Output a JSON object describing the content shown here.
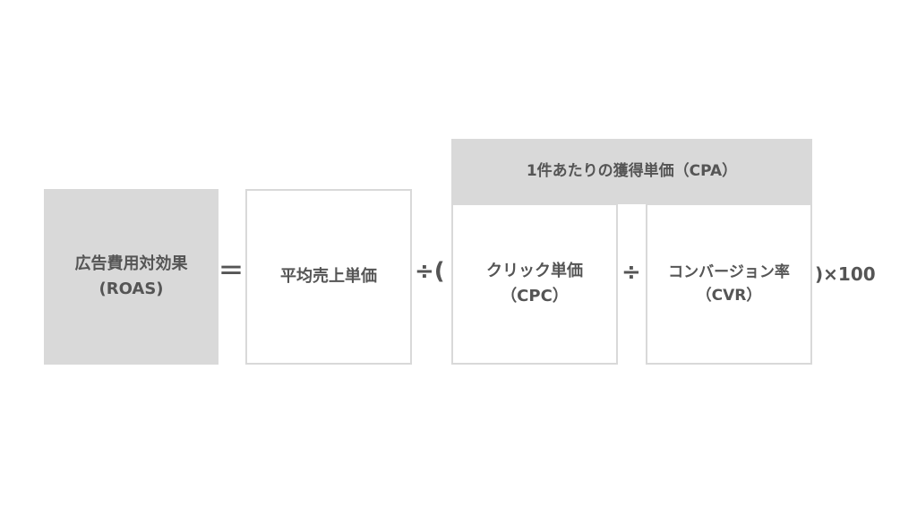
{
  "colors": {
    "box_fill": "#d9d9d9",
    "box_border": "#d9d9d9",
    "text": "#555555",
    "background": "#ffffff"
  },
  "formula": {
    "roas": {
      "line1": "広告費用対効果",
      "line2": "(ROAS)"
    },
    "equals": "＝",
    "avg_unit_price": "平均売上単価",
    "divide_open": "÷(",
    "cpa_header": "1件あたりの獲得単価（CPA）",
    "cpc": {
      "line1": "クリック単価",
      "line2": "（CPC）"
    },
    "divide": "÷",
    "cvr": {
      "line1": "コンバージョン率",
      "line2": "（CVR）"
    },
    "close_times": ")×100"
  }
}
